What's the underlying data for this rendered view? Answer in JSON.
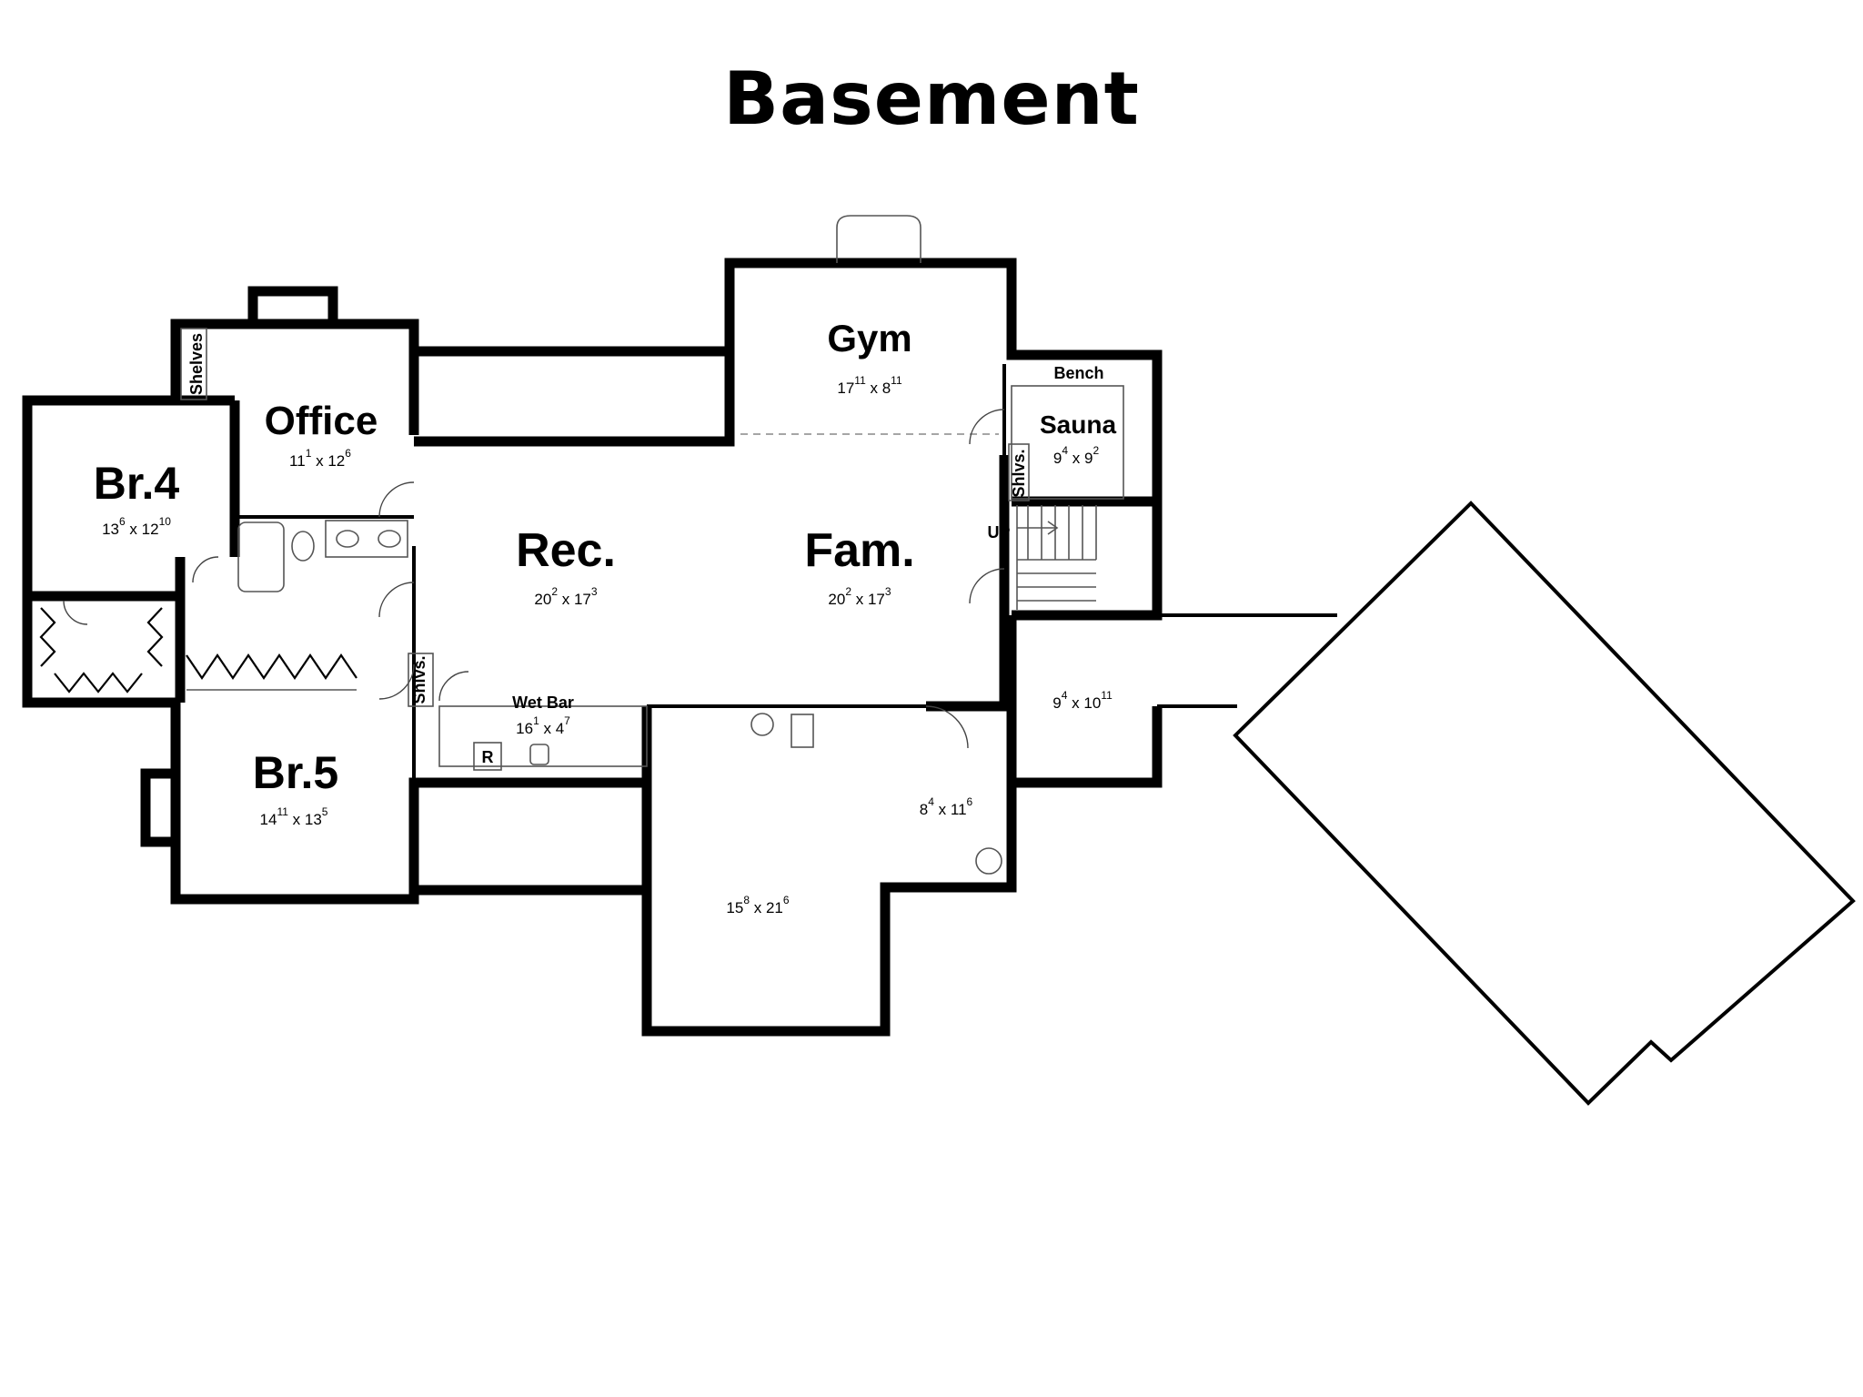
{
  "title": "Basement",
  "rooms": {
    "br4": {
      "name": "Br.4",
      "dim_a": "13",
      "sup_a": "6",
      "dim_b": "12",
      "sup_b": "10"
    },
    "office": {
      "name": "Office",
      "dim_a": "11",
      "sup_a": "1",
      "dim_b": "12",
      "sup_b": "6"
    },
    "gym": {
      "name": "Gym",
      "dim_a": "17",
      "sup_a": "11",
      "dim_b": "8",
      "sup_b": "11"
    },
    "sauna": {
      "name": "Sauna",
      "dim_a": "9",
      "sup_a": "4",
      "dim_b": "9",
      "sup_b": "2"
    },
    "rec": {
      "name": "Rec.",
      "dim_a": "20",
      "sup_a": "2",
      "dim_b": "17",
      "sup_b": "3"
    },
    "fam": {
      "name": "Fam.",
      "dim_a": "20",
      "sup_a": "2",
      "dim_b": "17",
      "sup_b": "3"
    },
    "br5": {
      "name": "Br.5",
      "dim_a": "14",
      "sup_a": "11",
      "dim_b": "13",
      "sup_b": "5"
    },
    "wetbar": {
      "name": "Wet Bar",
      "dim_a": "16",
      "sup_a": "1",
      "dim_b": "4",
      "sup_b": "7"
    },
    "hall": {
      "dim_a": "9",
      "sup_a": "4",
      "dim_b": "10",
      "sup_b": "11"
    },
    "mech": {
      "dim_a": "8",
      "sup_a": "4",
      "dim_b": "11",
      "sup_b": "6"
    },
    "storage": {
      "dim_a": "15",
      "sup_a": "8",
      "dim_b": "21",
      "sup_b": "6"
    }
  },
  "labels": {
    "shelves": "Shelves",
    "shlvs_gym": "Shlvs.",
    "shlvs_bar": "Shlvs.",
    "bench": "Bench",
    "up": "UP",
    "refrigerator": "R"
  }
}
